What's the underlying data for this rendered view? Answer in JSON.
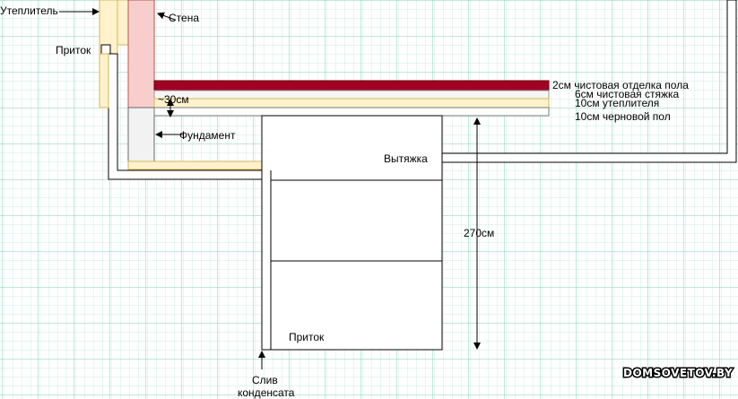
{
  "colors": {
    "grid_minor": "#cfeee4",
    "grid_major": "#7fd3b5",
    "insulation": "#fff2cc",
    "insulation_stroke": "#d6b656",
    "wall": "#f8cecc",
    "wall_stroke": "#b85450",
    "foundation": "#f2f2f2",
    "finish_floor": "#a20025",
    "screed": "#f5f5f5",
    "duct_stroke": "#000000"
  },
  "labels": {
    "insulation": "Утеплитель",
    "wall": "Стена",
    "inflow_top": "Приток",
    "depth": "~30см",
    "foundation": "Фундамент",
    "layer_finish": "2см чистовая отделка пола",
    "layer_screed": "6см чистовая стяжка",
    "layer_insulation": "10см утеплителя",
    "layer_subfloor": "10см черновой пол",
    "exhaust": "Вытяжка",
    "height": "270см",
    "inflow_bottom": "Приток",
    "drain_line1": "Слив",
    "drain_line2": "конденсата"
  },
  "watermark": "DOMSOVETOV.BY",
  "icons": {
    "arrow": "arrow-icon"
  }
}
